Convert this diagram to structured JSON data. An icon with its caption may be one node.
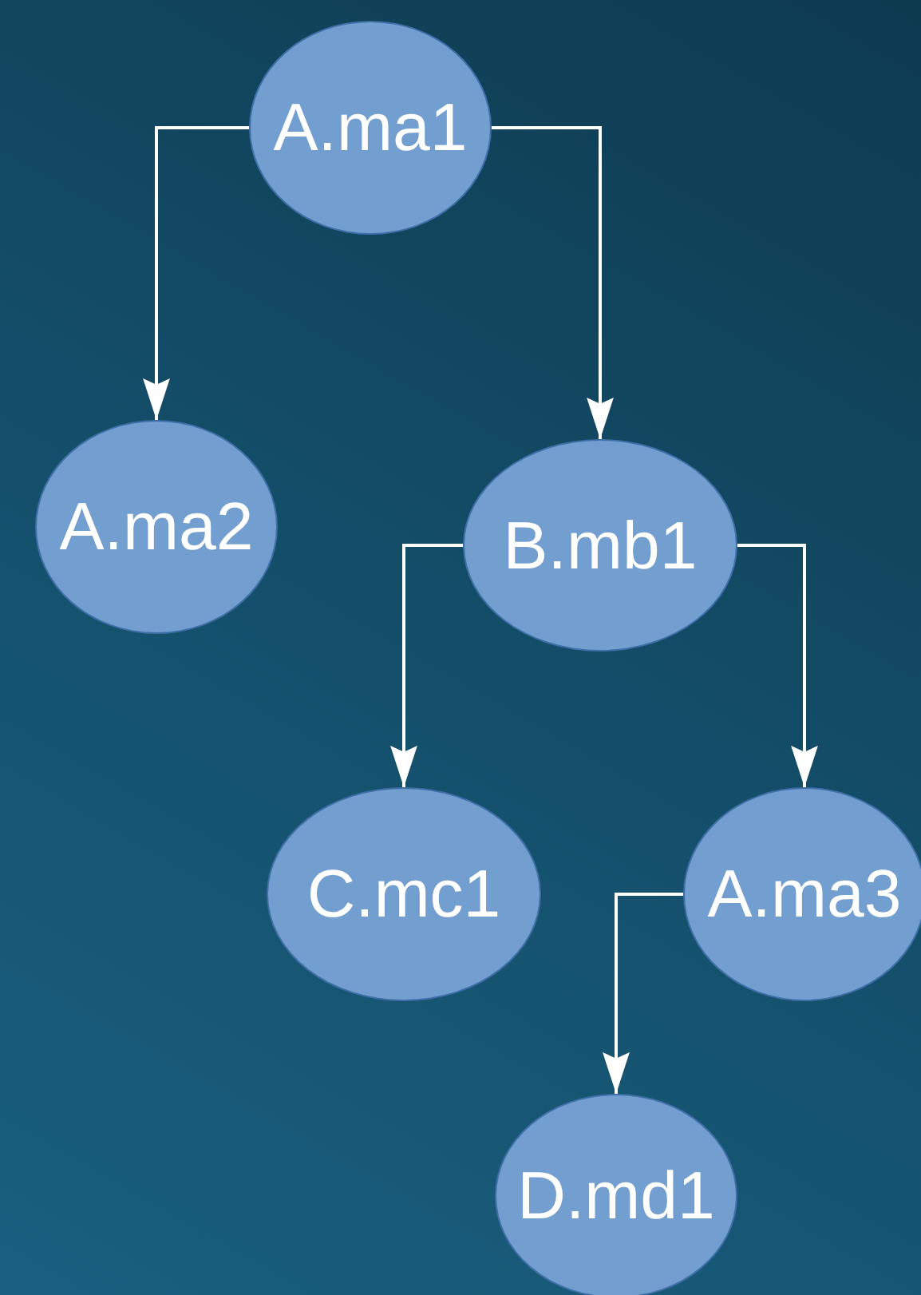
{
  "diagram": {
    "nodes": [
      {
        "text": [
          "A.ma1"
        ]
      },
      {
        "text": [
          "A.ma2"
        ]
      },
      {
        "text": [
          "B.mb1"
        ]
      },
      {
        "text": [
          "C.mc1"
        ]
      },
      {
        "text": [
          "A.ma3"
        ]
      },
      {
        "text": [
          "D.md1"
        ]
      }
    ],
    "edges": [
      {
        "from": 0,
        "to": 1,
        "arrow": "to"
      },
      {
        "from": 0,
        "to": 2,
        "arrow": "to"
      },
      {
        "from": 2,
        "to": 3,
        "arrow": "to"
      },
      {
        "from": 2,
        "to": 4,
        "arrow": "to"
      },
      {
        "from": 4,
        "to": 5,
        "arrow": "to"
      }
    ]
  }
}
